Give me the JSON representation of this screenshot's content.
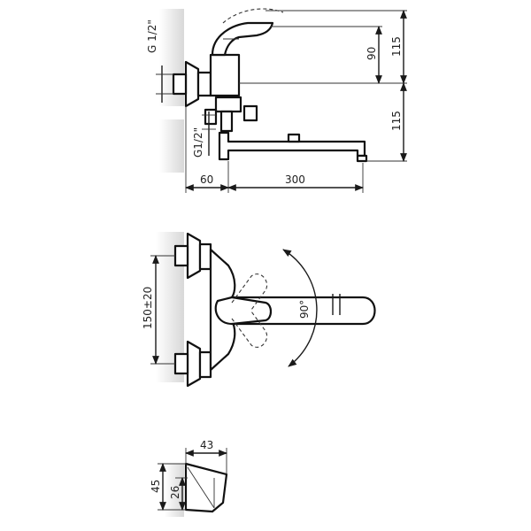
{
  "side_view": {
    "thread_top": "G 1/2\"",
    "thread_bottom": "G1/2\"",
    "dim_90": "90",
    "dim_115_top": "115",
    "dim_115_bottom": "115",
    "dim_60": "60",
    "dim_300": "300"
  },
  "top_view": {
    "dim_spacing": "150±20",
    "angle": "90°"
  },
  "flange_view": {
    "dim_43": "43",
    "dim_45": "45",
    "dim_26": "26"
  }
}
